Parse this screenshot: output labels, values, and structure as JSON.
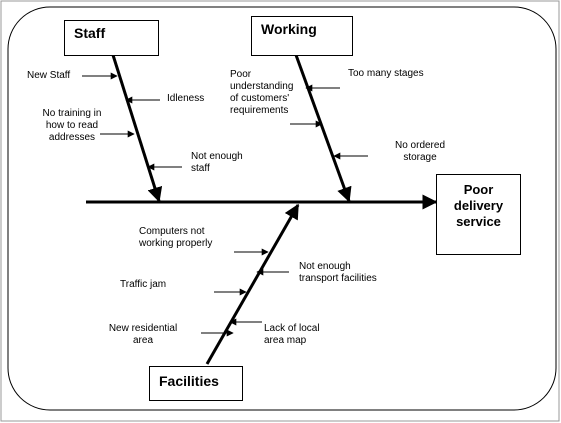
{
  "categories": {
    "staff": "Staff",
    "working": "Working",
    "facilities": "Facilities"
  },
  "effect": {
    "line1": "Poor",
    "line2": "delivery",
    "line3": "service"
  },
  "causes": {
    "new_staff": "New Staff",
    "idleness": "Idleness",
    "no_training": [
      "No training in",
      "how to read",
      "addresses"
    ],
    "not_enough_staff": [
      "Not enough",
      "staff"
    ],
    "poor_understanding": [
      "Poor",
      "understanding",
      "of customers'",
      "requirements"
    ],
    "too_many_stages": "Too many stages",
    "no_ordered_storage": [
      "No ordered",
      "storage"
    ],
    "computers": [
      "Computers not",
      "working properly"
    ],
    "traffic_jam": "Traffic jam",
    "not_enough_transport": [
      "Not enough",
      "transport facilities"
    ],
    "new_residential": [
      "New residential",
      "area"
    ],
    "lack_of_map": [
      "Lack of local",
      "area map"
    ]
  }
}
